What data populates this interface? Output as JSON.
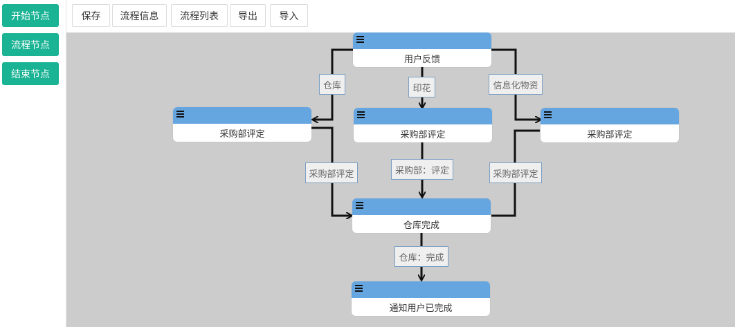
{
  "palette": {
    "start": "开始节点",
    "process": "流程节点",
    "end": "结束节点"
  },
  "toolbar": {
    "save": "保存",
    "info": "流程信息",
    "list": "流程列表",
    "export": "导出",
    "import": "导入"
  },
  "nodes": {
    "feedback": "用户反馈",
    "left": "采购部评定",
    "middle": "采购部评定",
    "right": "采购部评定",
    "warehouse": "仓库完成",
    "notify": "通知用户已完成"
  },
  "edges": {
    "to_left": "仓库",
    "to_middle": "印花",
    "to_right": "信息化物资",
    "left_to_wh": "采购部评定",
    "middle_to_wh": "采购部：评定",
    "right_to_wh": "采购部评定",
    "wh_to_notify": "仓库：完成"
  },
  "colors": {
    "palette_button": "#1ab394",
    "node_header": "#66a6e0",
    "canvas": "#cccccc"
  }
}
